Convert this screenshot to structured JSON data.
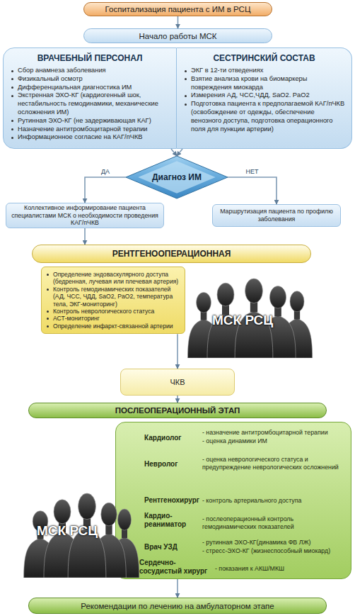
{
  "diagram": {
    "nodes": [
      {
        "text": [
          "Госпитализация пациента с ИМ в РСЦ"
        ]
      },
      {
        "text": [
          "Начало работы МСК"
        ]
      },
      {
        "text": [
          "ВРАЧЕБНЫЙ ПЕРСОНАЛ",
          "Сбор анамнеза заболевания",
          "Физикальный осмотр",
          "Дифференциальная диагностика ИМ",
          "Экстренная ЭХО-КГ (кардиогенный шок, нестабильность гемодинамики, механические осложнения ИМ)",
          "Рутинная ЭХО-КГ (не задерживающая КАГ)",
          "Назначение антитромбоцитарной терапии",
          "Информационное согласие на КАГ/пЧКВ"
        ]
      },
      {
        "text": [
          "СЕСТРИНСКИЙ СОСТАВ",
          "ЭКГ в 12-ти отведениях",
          "Взятие анализа крови на биомаркеры повреждения миокарда",
          "Измерения АД, ЧСС,ЧДД, SaO2. PaO2",
          "Подготовка пациента к предполагаемой КАГ/пЧКВ (освобождение от одежды, обеспечение венозного доступа, подготовка операционного поля для пункции артерии)"
        ]
      },
      {
        "text": [
          "Диагноз ИМ"
        ]
      },
      {
        "text": [
          "Коллективное информирование пациента специалистами МСК о необходимости проведения КАГ/пЧКВ"
        ]
      },
      {
        "text": [
          "Маршрутизация пациента по профилю заболевания"
        ]
      },
      {
        "text": [
          "РЕНТГЕНООПЕРАЦИОННАЯ"
        ]
      },
      {
        "text": [
          "Определение эндоваскулярного доступа (бедренная, лучевая или плечевая артерия)",
          "Контроль гемодинамических показателей (АД, ЧСС, ЧДД, SaO2, PaO2, температура тела, ЭКГ-мониторинг)",
          "Контроль неврологического статуса",
          "АСТ-мониторинг",
          "Определение инфаркт-связанной артерии"
        ]
      },
      {
        "text": [
          "ЧКВ"
        ]
      },
      {
        "text": [
          "ПОСЛЕОПЕРАЦИОННЫЙ ЭТАП"
        ]
      },
      {
        "text": [
          "Кардиолог",
          "- назначение антитромбоцитарной терапии",
          "- оценка динамики ИМ",
          "Невролог",
          "- оценка неврологического статуса и предупреждение неврологических осложнений",
          "Рентгенохирург",
          "- контроль артериального доступа",
          "Кардио- реаниматор",
          "- послеоперационный контроль гемодинамических показателей",
          "Врач УЗД",
          "- рутинная ЭХО-КГ(динамика ФВ ЛЖ)",
          "- стресс-ЭХО-КГ (жизнеспособный миокард)",
          "Сердечно- сосудистый хирург",
          "- показания к АКШ/МКШ"
        ]
      },
      {
        "text": [
          "Рекомендации по лечению на амбулаторном этапе"
        ]
      }
    ],
    "edges": [
      {
        "from": 0,
        "to": 1,
        "arrow": "to"
      },
      {
        "from": 2,
        "to": 4,
        "arrow": "to"
      },
      {
        "from": 3,
        "to": 4,
        "arrow": "to"
      },
      {
        "from": 4,
        "to": 5,
        "label": "ДА",
        "arrow": "to"
      },
      {
        "from": 4,
        "to": 6,
        "label": "НЕТ",
        "arrow": "to"
      },
      {
        "from": 5,
        "to": 7,
        "arrow": "to"
      },
      {
        "from": 8,
        "to": 9,
        "arrow": "to"
      },
      {
        "from": 9,
        "to": 10,
        "arrow": "to"
      },
      {
        "from": 11,
        "to": 12,
        "arrow": "to"
      }
    ],
    "labels": [
      "МСК РСЦ",
      "МСК РСЦ"
    ]
  }
}
